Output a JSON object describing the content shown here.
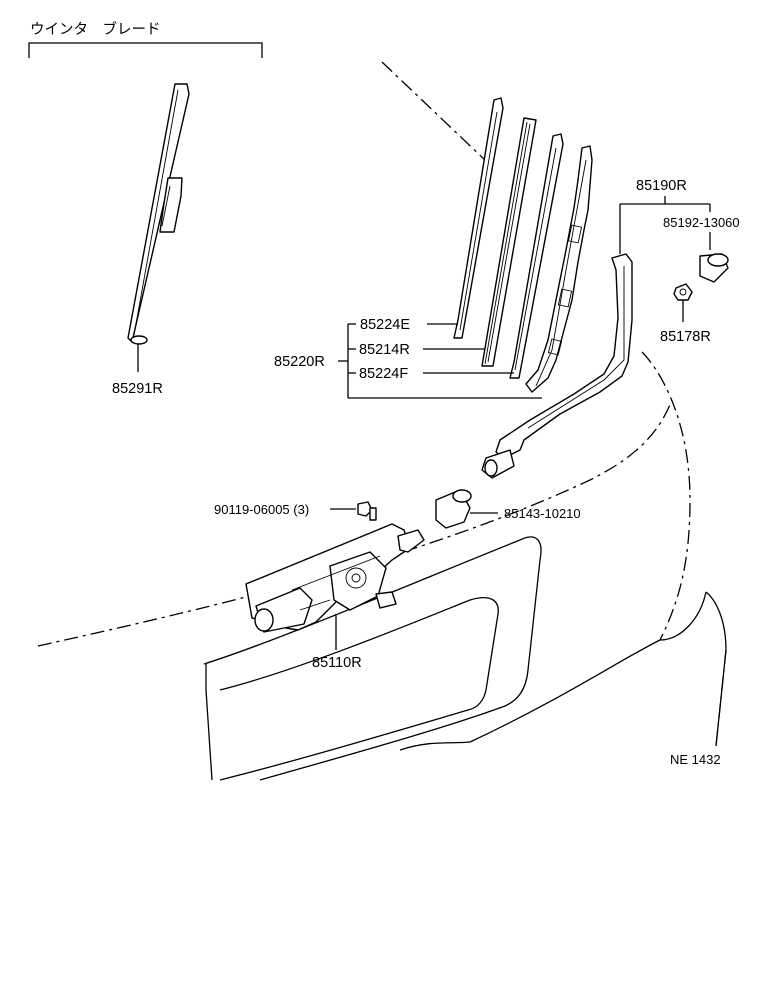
{
  "header_label": "ウインタ　ブレード",
  "figure_code": "NE 1432",
  "parts": {
    "blade_85291R": "85291R",
    "blade_assy_85220R": "85220R",
    "blade_85224E": "85224E",
    "rubber_85214R": "85214R",
    "blade_85224F": "85224F",
    "arm_85190R": "85190R",
    "cap_85192": "85192-13060",
    "nut_85178R": "85178R",
    "bolt_90119": "90119-06005 (3)",
    "seal_85143": "85143-10210",
    "motor_85110R": "85110R"
  }
}
